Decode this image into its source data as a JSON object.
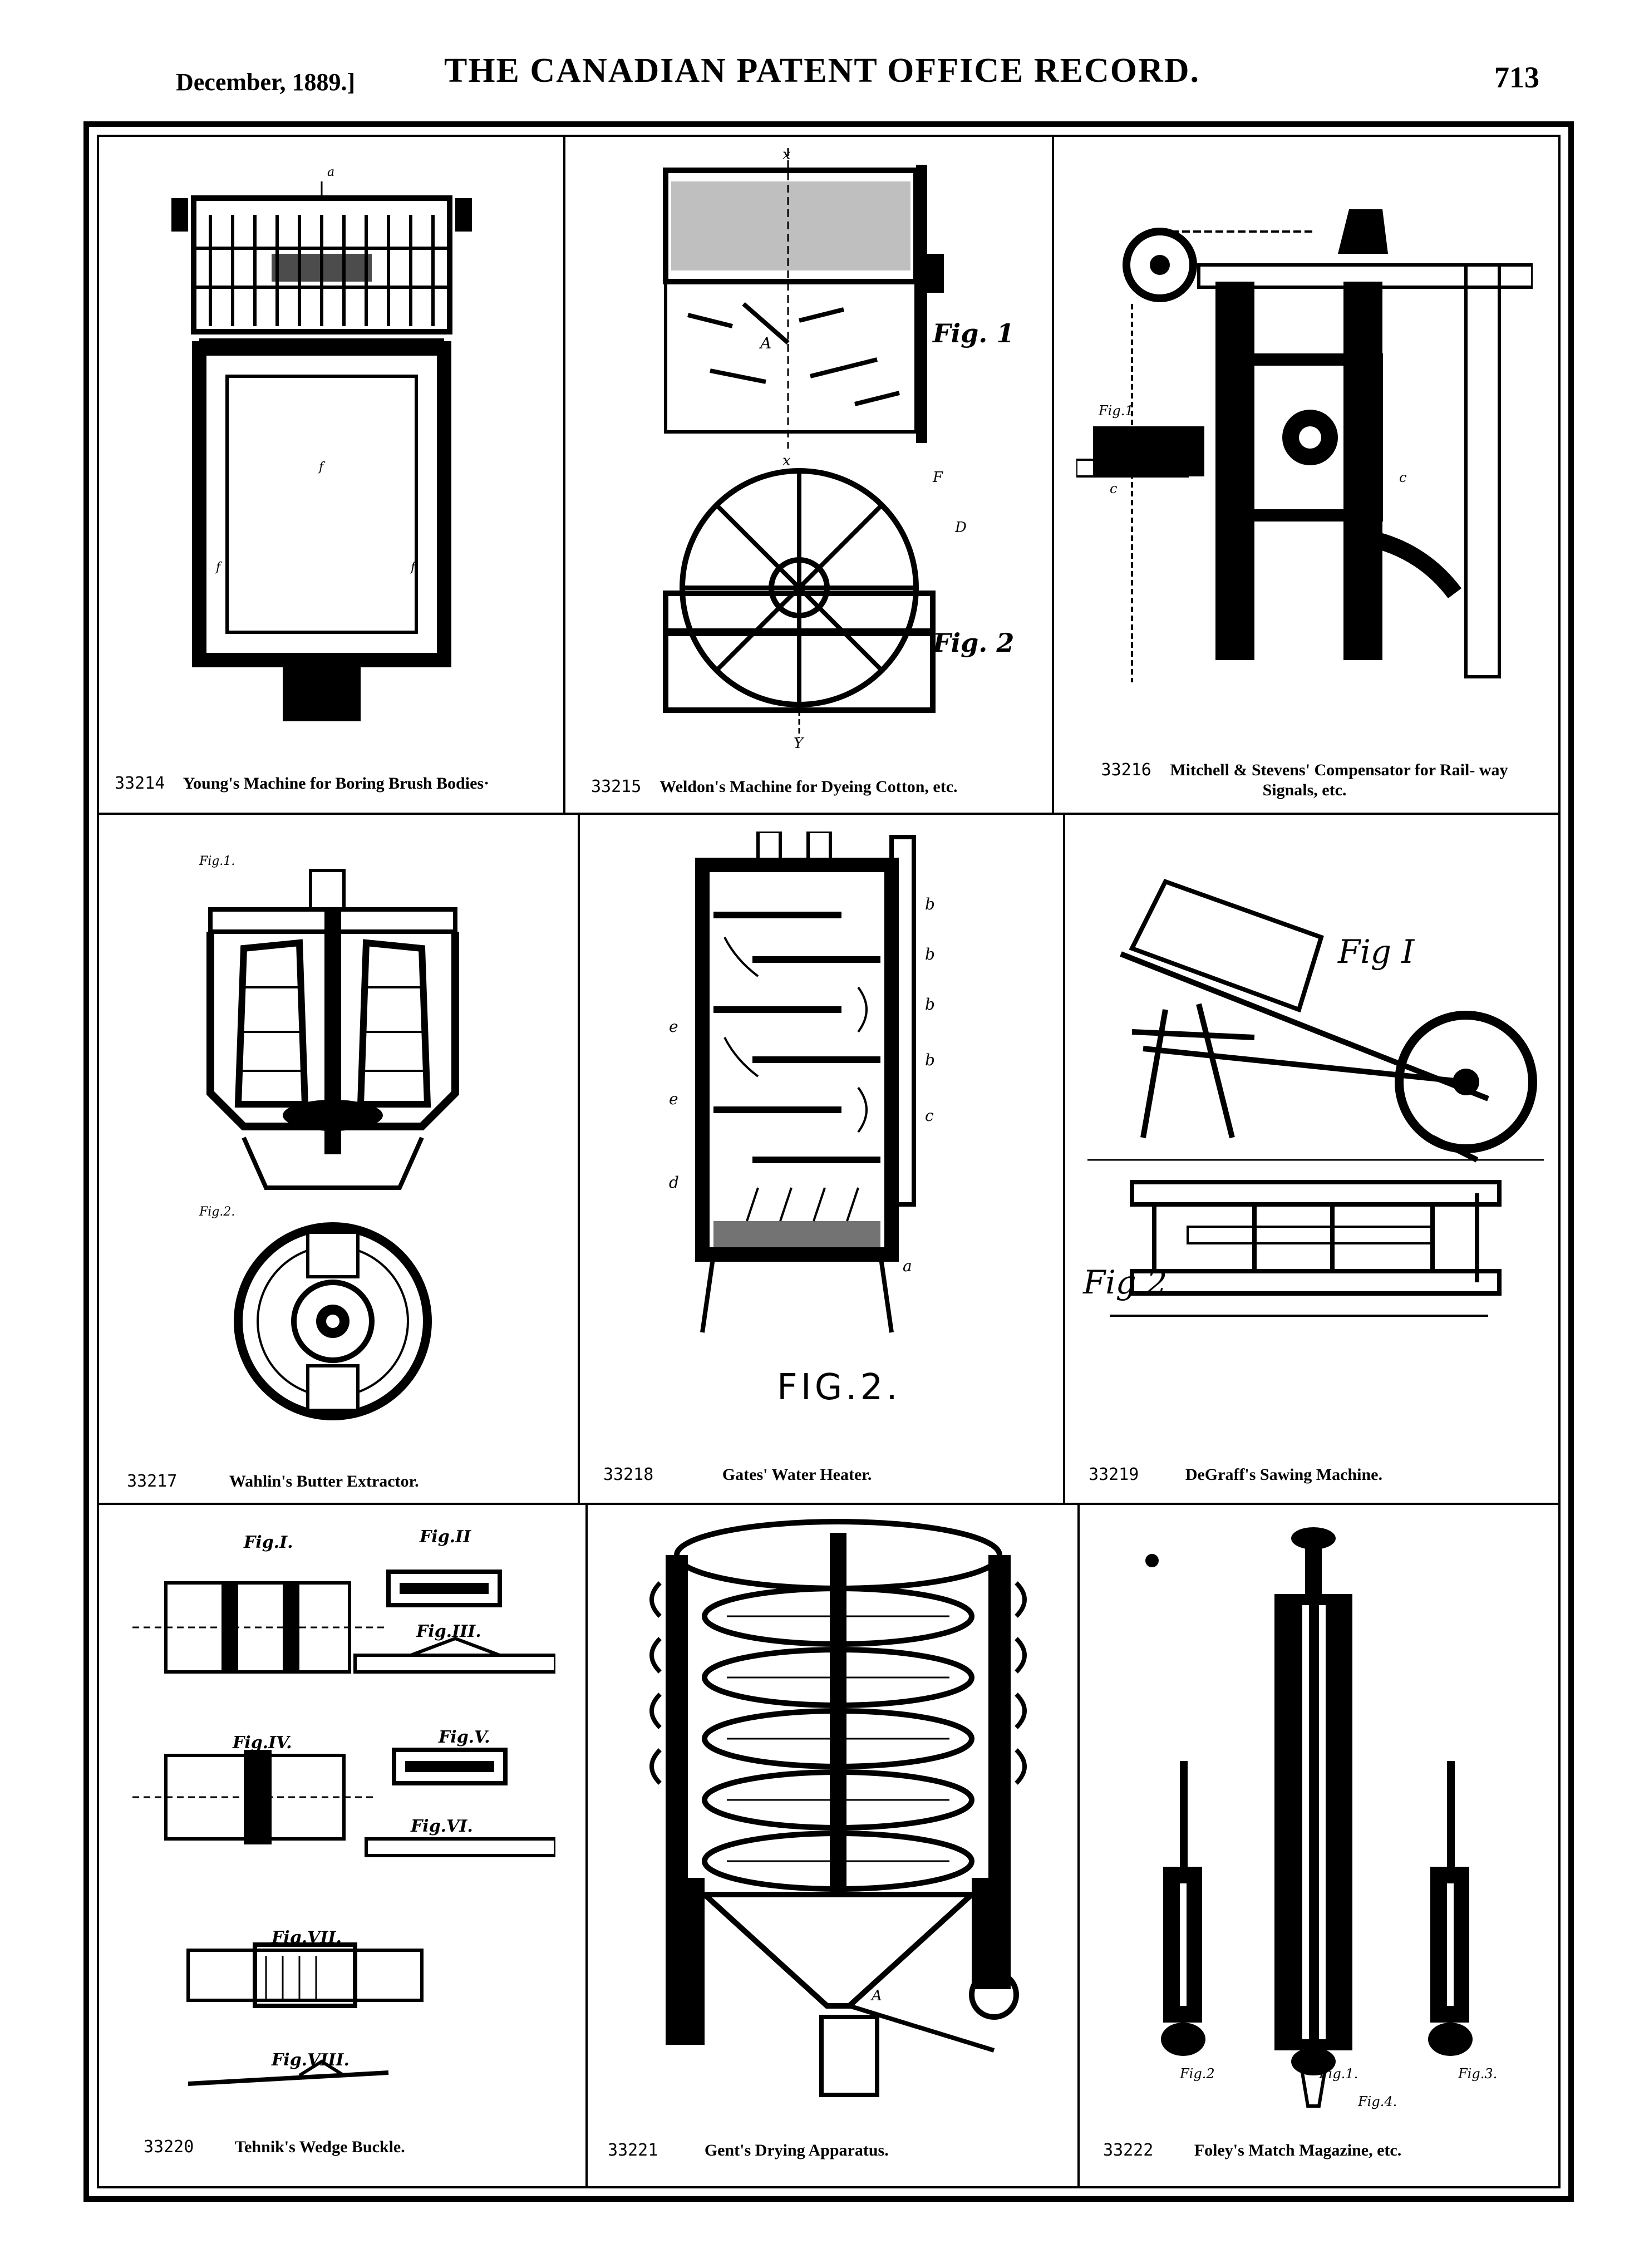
{
  "header": {
    "date": "December, 1889.]",
    "title": "THE CANADIAN PATENT OFFICE RECORD.",
    "page_number": "713"
  },
  "patents": [
    {
      "number": "33214",
      "title": "Young's Machine for Boring Brush Bodies·"
    },
    {
      "number": "33215",
      "title": "Weldon's Machine for Dyeing Cotton, etc."
    },
    {
      "number": "33216",
      "title": "Mitchell & Stevens' Compensator for Rail- way Signals, etc."
    },
    {
      "number": "33217",
      "title": "Wahlin's Butter Extractor."
    },
    {
      "number": "33218",
      "title": "Gates' Water Heater."
    },
    {
      "number": "33219",
      "title": "DeGraff's Sawing Machine."
    },
    {
      "number": "33220",
      "title": "Tehnik's Wedge Buckle."
    },
    {
      "number": "33221",
      "title": "Gent's Drying Apparatus."
    },
    {
      "number": "33222",
      "title": "Foley's Match Magazine, etc."
    }
  ],
  "figure_labels": {
    "fig1_weldon": "Fig. 1",
    "fig2_weldon": "Fig. 2",
    "fig_gates": "FIG.2.",
    "fig1_degraff": "Fig I",
    "fig2_degraff": "Fig 2",
    "fig1_tehnik": "Fig.I.",
    "fig2_tehnik": "Fig.II",
    "fig3_tehnik": "Fig.III.",
    "fig4_tehnik": "Fig.IV.",
    "fig5_tehnik": "Fig.V.",
    "fig6_tehnik": "Fig.VI.",
    "fig7_tehnik": "Fig.VII.",
    "fig8_tehnik": "Fig.VIII."
  }
}
